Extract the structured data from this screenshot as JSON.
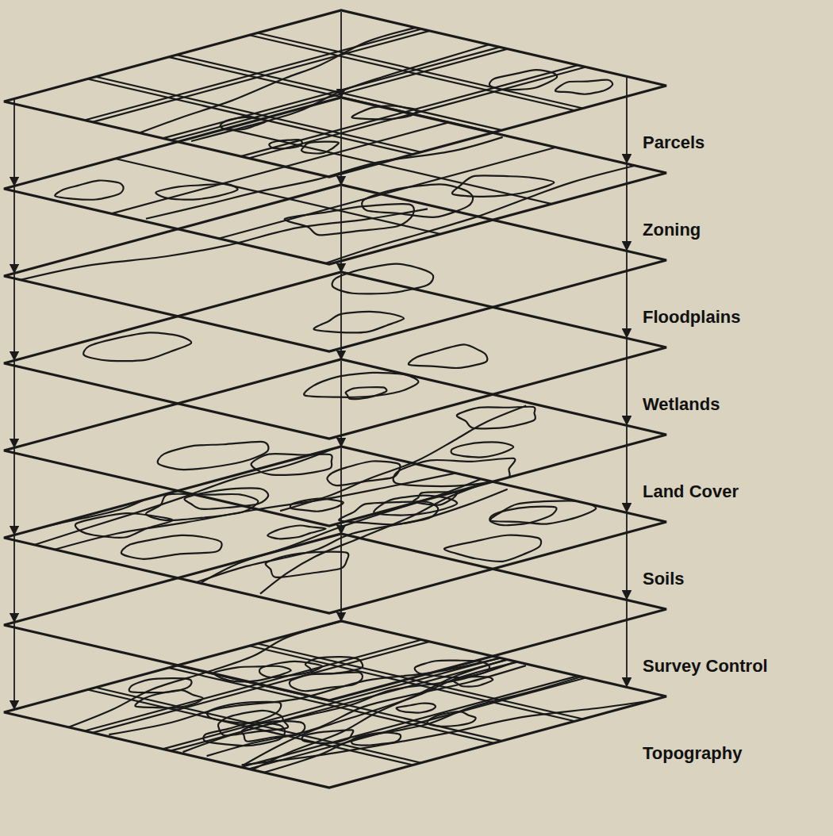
{
  "diagram": {
    "labels": [
      "Parcels",
      "Zoning",
      "Floodplains",
      "Wetlands",
      "Land Cover",
      "Soils",
      "Survey Control",
      "Topography"
    ]
  }
}
